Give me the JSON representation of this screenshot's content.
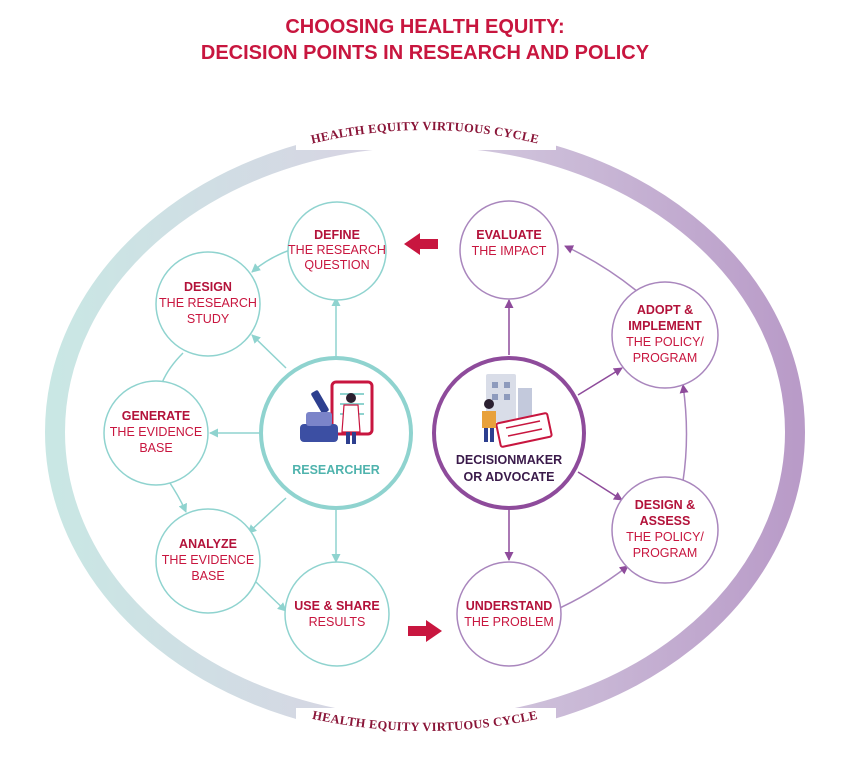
{
  "title": {
    "line1": "CHOOSING HEALTH EQUITY:",
    "line2": "DECISION POINTS IN RESEARCH AND POLICY"
  },
  "cycle": {
    "top_label": "HEALTH EQUITY VIRTUOUS CYCLE",
    "bottom_label": "HEALTH EQUITY VIRTUOUS CYCLE"
  },
  "hubs": {
    "researcher": {
      "label": "RESEARCHER",
      "icon": "researcher-illustration-icon"
    },
    "decisionmaker": {
      "line1": "DECISIONMAKER",
      "line2": "OR ADVOCATE",
      "icon": "decisionmaker-illustration-icon"
    }
  },
  "research_steps": {
    "define": {
      "bold": "DEFINE",
      "line2": "THE RESEARCH",
      "line3": "QUESTION"
    },
    "design": {
      "bold": "DESIGN",
      "line2": "THE RESEARCH",
      "line3": "STUDY"
    },
    "generate": {
      "bold": "GENERATE",
      "line2": "THE EVIDENCE",
      "line3": "BASE"
    },
    "analyze": {
      "bold": "ANALYZE",
      "line2": "THE EVIDENCE",
      "line3": "BASE"
    },
    "use": {
      "bold": "USE & SHARE",
      "line2": "RESULTS"
    }
  },
  "policy_steps": {
    "evaluate": {
      "bold": "EVALUATE",
      "line2": "THE IMPACT"
    },
    "adopt": {
      "bold1": "ADOPT &",
      "bold2": "IMPLEMENT",
      "line3": "THE POLICY/",
      "line4": "PROGRAM"
    },
    "design": {
      "bold1": "DESIGN &",
      "bold2": "ASSESS",
      "line3": "THE POLICY/",
      "line4": "PROGRAM"
    },
    "understand": {
      "bold": "UNDERSTAND",
      "line2": "THE PROBLEM"
    }
  },
  "colors": {
    "title": "#c8163f",
    "step_text": "#c8163f",
    "step_bold": "#b3123a",
    "teal": "#8fd3cf",
    "teal_label": "#4fb3ad",
    "purple": "#8e4b9b",
    "purple_light": "#a986bd",
    "cycle_text": "#8a1538",
    "arrow_red": "#c8163f"
  }
}
